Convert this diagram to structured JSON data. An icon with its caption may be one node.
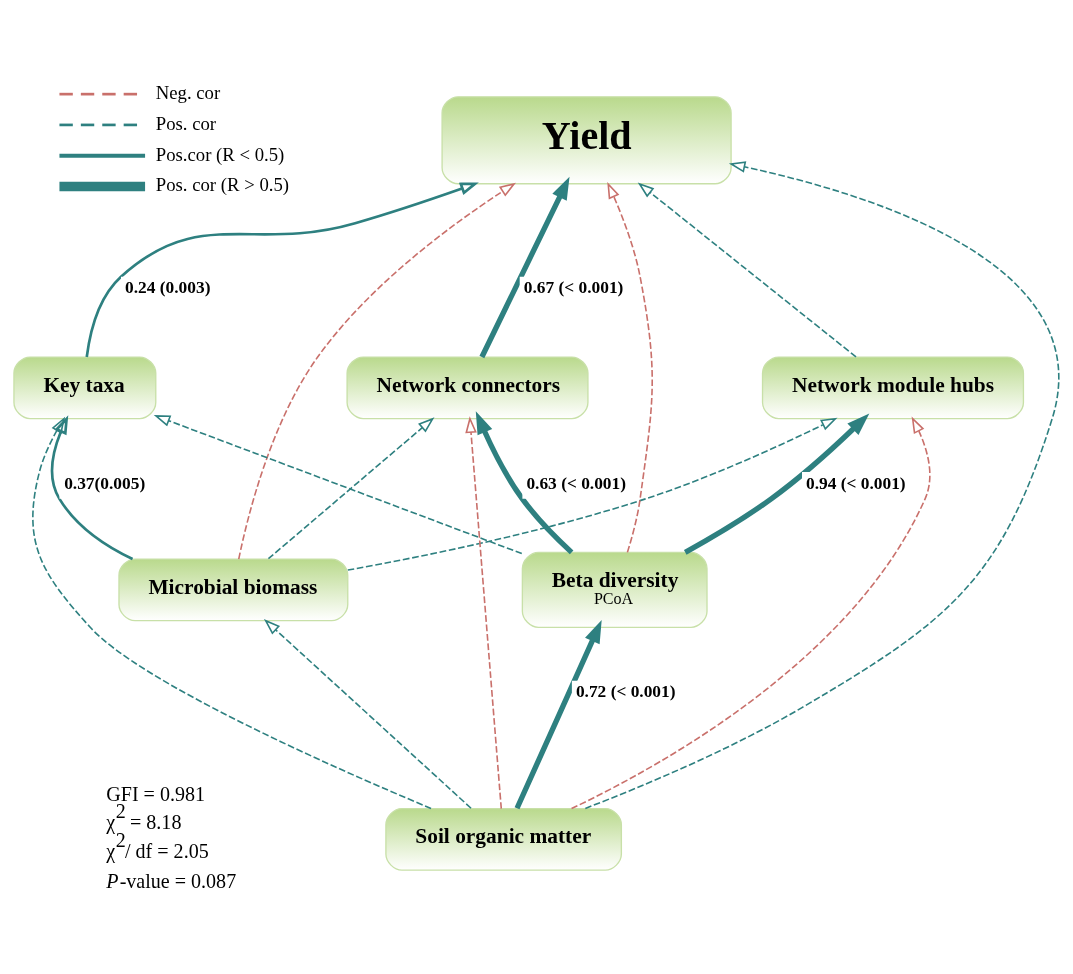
{
  "diagram": {
    "nodes": [
      {
        "text": [
          "Yield"
        ]
      },
      {
        "text": [
          "Key taxa"
        ]
      },
      {
        "text": [
          "Network connectors"
        ]
      },
      {
        "text": [
          "Network module hubs"
        ]
      },
      {
        "text": [
          "Microbial biomass"
        ]
      },
      {
        "text": [
          "Beta diversity",
          "PCoA"
        ]
      },
      {
        "text": [
          "Soil organic matter"
        ]
      }
    ],
    "edges": [
      {
        "from": 1,
        "to": 0,
        "arrow": "to",
        "label": "0.24 (0.003)"
      },
      {
        "from": 4,
        "to": 0,
        "arrow": "to",
        "style": "dashed",
        "color": "#c9706b"
      },
      {
        "from": 2,
        "to": 0,
        "arrow": "to",
        "label": "0.67 (< 0.001)",
        "style": "thick"
      },
      {
        "from": 3,
        "to": 0,
        "arrow": "to",
        "style": "dashed"
      },
      {
        "from": 5,
        "to": 0,
        "arrow": "to",
        "style": "dashed",
        "color": "#c9706b"
      },
      {
        "from": 6,
        "to": 0,
        "arrow": "to",
        "style": "dashed"
      },
      {
        "from": 4,
        "to": 1,
        "arrow": "to",
        "label": "0.37(0.005)"
      },
      {
        "from": 4,
        "to": 2,
        "arrow": "to",
        "style": "dashed"
      },
      {
        "from": 4,
        "to": 3,
        "arrow": "to",
        "style": "dashed"
      },
      {
        "from": 6,
        "to": 1,
        "arrow": "to",
        "style": "dashed"
      },
      {
        "from": 6,
        "to": 2,
        "arrow": "to",
        "style": "dashed",
        "color": "#c9706b"
      },
      {
        "from": 5,
        "to": 1,
        "arrow": "to",
        "style": "dashed"
      },
      {
        "from": 5,
        "to": 2,
        "arrow": "to",
        "label": "0.63 (< 0.001)",
        "style": "thick"
      },
      {
        "from": 5,
        "to": 3,
        "arrow": "to",
        "label": "0.94 (< 0.001)",
        "style": "thick"
      },
      {
        "from": 6,
        "to": 5,
        "arrow": "to",
        "label": "0.72 (< 0.001)",
        "style": "thick"
      },
      {
        "from": 6,
        "to": 3,
        "arrow": "to",
        "style": "dashed",
        "color": "#c9706b"
      },
      {
        "from": 6,
        "to": 4,
        "arrow": "to",
        "style": "dashed"
      }
    ],
    "labels": [
      "GFI = 0.981",
      "χ$^{2}$ = 8.18",
      "χ$^{2}$/ df = 2.05",
      "*P*-value = 0.087"
    ],
    "legend": [
      {
        "text": "Neg. cor"
      },
      {
        "text": "Pos. cor"
      },
      {
        "text": "Pos.cor (R < 0.5)"
      },
      {
        "text": "Pos. cor (R > 0.5)"
      }
    ]
  }
}
